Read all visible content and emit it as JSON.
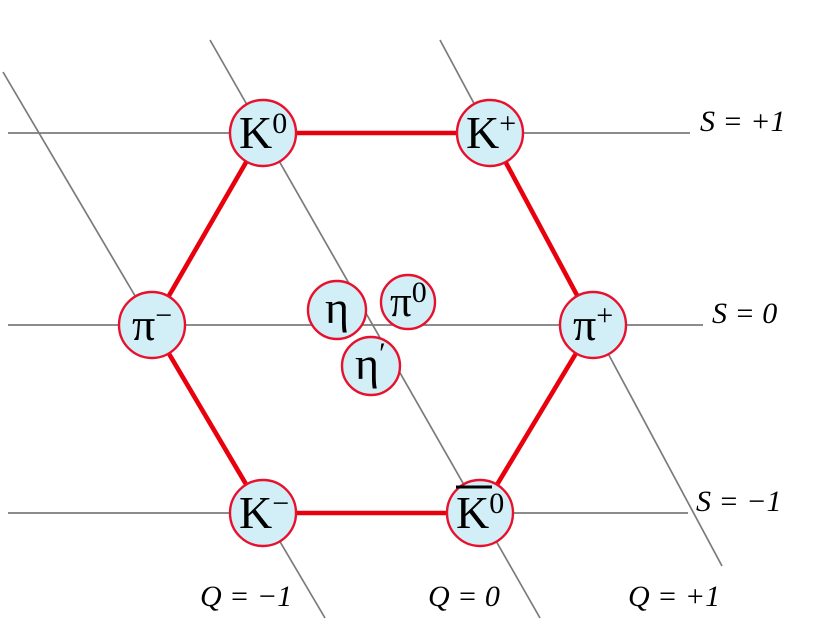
{
  "colors": {
    "line-gray": "#7b7b7b",
    "hex-red": "#e8000d",
    "node-fill": "#d2eff8",
    "node-stroke": "#e8112d",
    "ink": "#000000",
    "background": "#ffffff"
  },
  "particles": {
    "k0": {
      "base": "K",
      "sup": "0"
    },
    "kplus": {
      "base": "K",
      "sup": "+"
    },
    "piminus": {
      "base": "π",
      "sup": "−"
    },
    "eta": {
      "base": "η"
    },
    "pi0": {
      "base": "π",
      "sup": "0"
    },
    "etaprime": {
      "base": "η",
      "sup": "′"
    },
    "piplus": {
      "base": "π",
      "sup": "+"
    },
    "kminus": {
      "base": "K",
      "sup": "−"
    },
    "k0bar": {
      "base": "K",
      "sup": "0",
      "overline": "true"
    }
  },
  "strangeness_labels": {
    "plus1": "S = +1",
    "zero": "S = 0",
    "minus1": "S = −1"
  },
  "charge_labels": {
    "minus1": "Q = −1",
    "zero": "Q = 0",
    "plus1": "Q = +1"
  }
}
